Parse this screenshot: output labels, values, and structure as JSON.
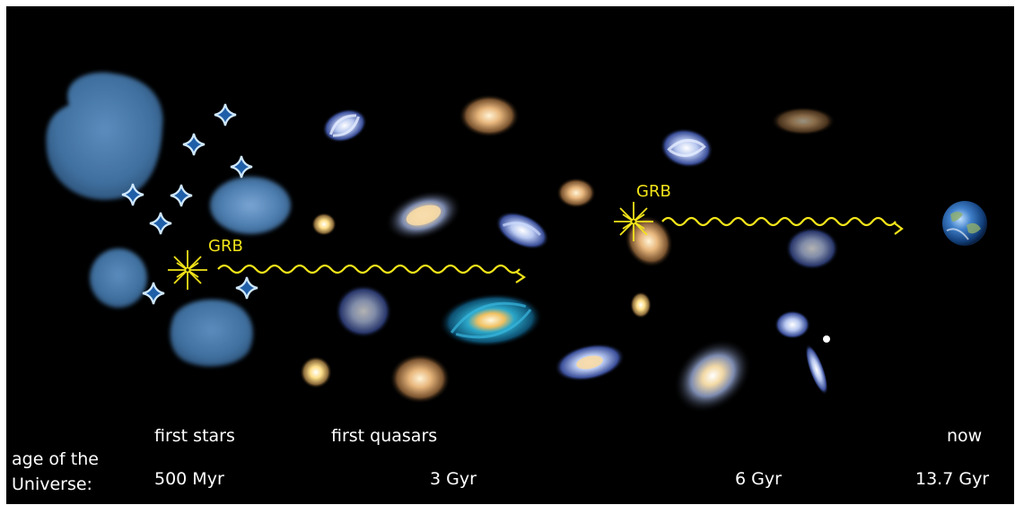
{
  "grb_labels": [
    "GRB",
    "GRB"
  ],
  "epochs": {
    "first_stars": "first stars",
    "first_quasars": "first quasars",
    "now": "now"
  },
  "age": {
    "label_line1": "age of the",
    "label_line2": "Universe:",
    "t1": "500 Myr",
    "t2": "3 Gyr",
    "t3": "6 Gyr",
    "t4": "13.7 Gyr"
  },
  "colors": {
    "background": "#000000",
    "gas_cloud": "#3f6f9e",
    "star": "#a9d6ff",
    "grb": "#f2e41a",
    "text": "#ffffff"
  }
}
